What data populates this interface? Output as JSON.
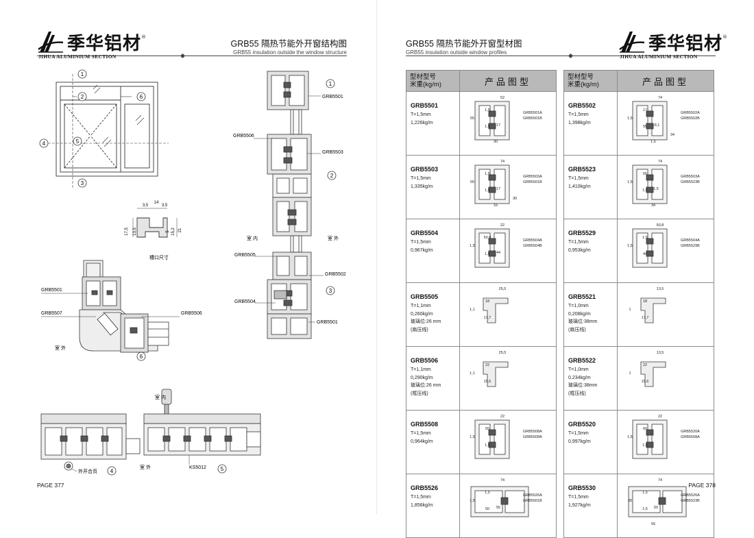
{
  "brand": {
    "name_cn": "季华铝材",
    "name_en": "JIHUA ALUMINIUM SECTION",
    "registered_mark": "®"
  },
  "left_page": {
    "title_cn": "GRB55 隔热节能外开窗结构图",
    "title_en": "GRB55 insulation outside the window structure",
    "page_number": "PAGE 377",
    "elevation_markers": [
      "1",
      "2",
      "6",
      "4",
      "5",
      "3"
    ],
    "slot_dims": [
      "3,5",
      "14",
      "3,5",
      "17,5",
      "13,5",
      "5",
      "15,2",
      "21"
    ],
    "slot_caption": "槽口尺寸",
    "corner_labels": [
      "GRB5501",
      "GRB5507",
      "GRB5506"
    ],
    "corner_side": "室 外",
    "corner_marker": "6",
    "vertical_labels": [
      "GRB5501",
      "GRB5506",
      "GRB5503",
      "GRB5505",
      "GRB5502",
      "GRB5504",
      "GRB5501"
    ],
    "vertical_markers": [
      "1",
      "2",
      "3"
    ],
    "vertical_inside": "室 内",
    "vertical_outside": "室 外",
    "bottom_left_caption": "外开合页",
    "bottom_left_marker": "4",
    "bottom_right_inside": "室 内",
    "bottom_right_outside": "室 外",
    "bottom_right_label": "KS5012",
    "bottom_right_marker": "5"
  },
  "right_page": {
    "title_cn": "GRB55 隔热节能外开窗型材图",
    "title_en": "GRB55 insulation outside window profiles",
    "page_number": "PAGE 378",
    "table_header_left": [
      "型材型号",
      "米重(kg/m)"
    ],
    "table_header_right": "产品图型",
    "left_column": [
      {
        "code": "GRB5501",
        "lines": [
          "T=1,5mm",
          "1,226kg/m"
        ],
        "part_labels": [
          "GRB5501A",
          "GRB5501B"
        ],
        "dims": [
          "52",
          "55",
          "1,5",
          "1,5",
          "17",
          "30"
        ]
      },
      {
        "code": "GRB5503",
        "lines": [
          "T=1,5mm",
          "1,335kg/m"
        ],
        "part_labels": [
          "GRB5503A",
          "GRB5501B"
        ],
        "dims": [
          "74",
          "55",
          "1,5",
          "1,5",
          "17",
          "16",
          "30"
        ]
      },
      {
        "code": "GRB5504",
        "lines": [
          "T=1,5mm",
          "0,967kg/m"
        ],
        "part_labels": [
          "GRB5504A",
          "GRB5504B"
        ],
        "dims": [
          "22",
          "1,5",
          "50,8",
          "1,5",
          "44"
        ]
      },
      {
        "code": "GRB5505",
        "lines": [
          "T=1,1mm",
          "0,260kg/m",
          "玻璃位:26 mm",
          "(扇压线)"
        ],
        "part_labels": [],
        "dims": [
          "25,5",
          "1,1",
          "18",
          "17,7"
        ]
      },
      {
        "code": "GRB5506",
        "lines": [
          "T=1,1mm",
          "0,290kg/m",
          "玻璃位:26 mm",
          "(框压线)"
        ],
        "part_labels": [],
        "dims": [
          "25,5",
          "1,1",
          "22",
          "15,6"
        ]
      },
      {
        "code": "GRB5508",
        "lines": [
          "T=1,5mm",
          "0,964kg/m"
        ],
        "part_labels": [
          "GRB5508A",
          "GRB5508A"
        ],
        "dims": [
          "22",
          "1,5",
          "55",
          "1,5"
        ]
      },
      {
        "code": "GRB5526",
        "lines": [
          "T=1,5mm",
          "1,856kg/m"
        ],
        "part_labels": [
          "GRB5526A",
          "GRB5501B"
        ],
        "dims": [
          "74",
          "1,5",
          "1,5",
          "50",
          "55"
        ]
      }
    ],
    "right_column": [
      {
        "code": "GRB5502",
        "lines": [
          "T=1,5mm",
          "1,398kg/m"
        ],
        "part_labels": [
          "GRB5502A",
          "GRB5502B"
        ],
        "dims": [
          "74",
          "1,5",
          "17",
          "55",
          "18,1",
          "1,5",
          "34"
        ]
      },
      {
        "code": "GRB5523",
        "lines": [
          "T=1,5mm",
          "1,410kg/m"
        ],
        "part_labels": [
          "GRB5503A",
          "GRB5523B"
        ],
        "dims": [
          "74",
          "1,5",
          "55",
          "1,5",
          "1,5",
          "34"
        ]
      },
      {
        "code": "GRB5529",
        "lines": [
          "T=1,5mm",
          "0,953kg/m"
        ],
        "part_labels": [
          "GRB5504A",
          "GRB5529B"
        ],
        "dims": [
          "50,8",
          "1,5",
          "1,5",
          "44"
        ]
      },
      {
        "code": "GRB5521",
        "lines": [
          "T=1,0mm",
          "0,208kg/m",
          "玻璃位:38mm",
          "(扇压线)"
        ],
        "part_labels": [],
        "dims": [
          "13,5",
          "1",
          "18",
          "17,7"
        ]
      },
      {
        "code": "GRB5522",
        "lines": [
          "T=1,0mm",
          "0,234kg/m",
          "玻璃位:38mm",
          "(框压线)"
        ],
        "part_labels": [],
        "dims": [
          "13,5",
          "1",
          "22",
          "15,6"
        ]
      },
      {
        "code": "GRB5520",
        "lines": [
          "T=1,5mm",
          "0,997kg/m"
        ],
        "part_labels": [
          "GRB5520A",
          "GRB5508A"
        ],
        "dims": [
          "22",
          "1,5",
          "60",
          "1,5"
        ]
      },
      {
        "code": "GRB5530",
        "lines": [
          "T=1,5mm",
          "1,927kg/m"
        ],
        "part_labels": [
          "GRB5526A",
          "GRB5523B"
        ],
        "dims": [
          "74",
          "30",
          "1,5",
          "1,5",
          "50",
          "55"
        ]
      }
    ]
  }
}
